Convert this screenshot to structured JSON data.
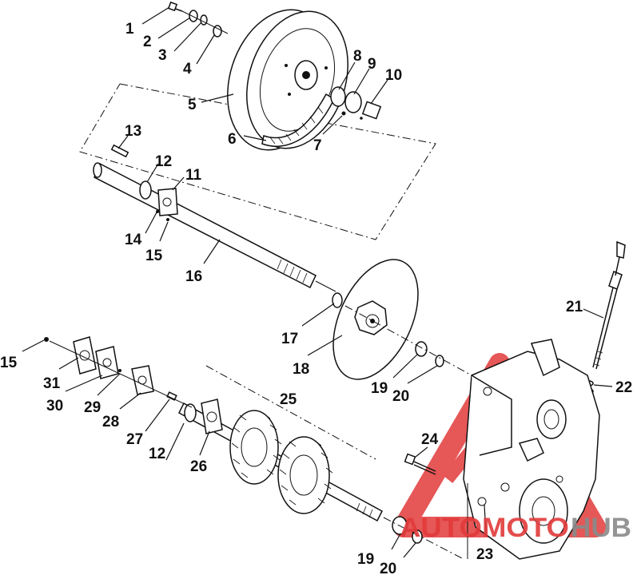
{
  "callouts": {
    "c1": "1",
    "c2": "2",
    "c3": "3",
    "c4": "4",
    "c5": "5",
    "c6": "6",
    "c7": "7",
    "c8": "8",
    "c9": "9",
    "c10": "10",
    "c11": "11",
    "c12a": "12",
    "c12b": "12",
    "c13": "13",
    "c14": "14",
    "c15a": "15",
    "c15b": "15",
    "c16": "16",
    "c17": "17",
    "c18": "18",
    "c19a": "19",
    "c19b": "19",
    "c20a": "20",
    "c20b": "20",
    "c21": "21",
    "c22": "22",
    "c23": "23",
    "c24": "24",
    "c25": "25",
    "c26": "26",
    "c27": "27",
    "c28": "28",
    "c29": "29",
    "c30": "30",
    "c31": "31"
  },
  "watermark": {
    "part1": "AUTOMOTO",
    "part2": "HUB",
    "color_red": "#e23a3a",
    "color_grey": "#8a8a8a"
  }
}
